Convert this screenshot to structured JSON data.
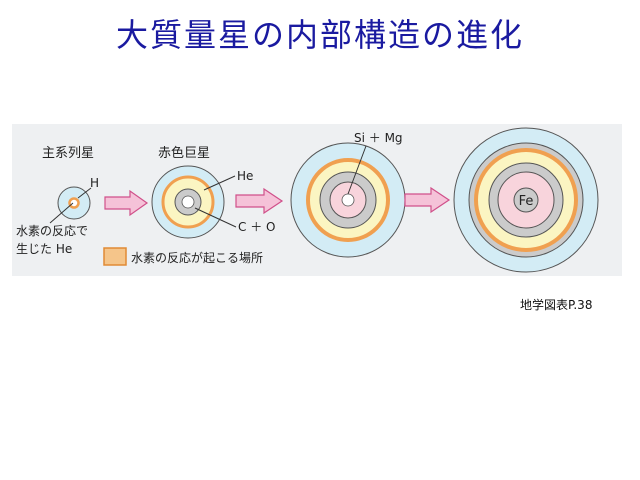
{
  "title": "大質量星の内部構造の進化",
  "diagram": {
    "stage1_label": "主系列星",
    "stage2_label": "赤色巨星",
    "label_h": "H",
    "label_he_core_line1": "水素の反応で",
    "label_he_core_line2": "生じた He",
    "label_he": "He",
    "label_co": "C ＋ O",
    "label_si_mg": "Si ＋ Mg",
    "label_fe": "Fe",
    "legend_text": "水素の反応が起こる場所"
  },
  "colors": {
    "panel_bg": "#eef0f2",
    "outer_layer": "#d3ecf5",
    "hydrogen_burning": "#f0a050",
    "helium_layer": "#fbf5c2",
    "co_layer": "#cbcbcb",
    "core_pink": "#f8d4dc",
    "arrow_fill": "#f5c2d8",
    "arrow_stroke": "#d0508a"
  },
  "credit": "地学図表P.38"
}
